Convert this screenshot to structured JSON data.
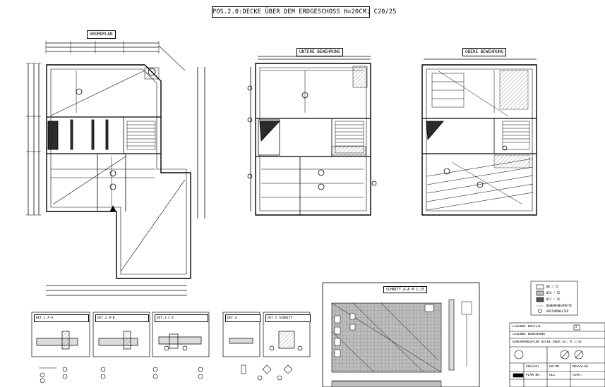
{
  "title": "POS.2.0:DECKE ÜBER DEM ERDGESCHOSS H=20CM; C20/25",
  "panels": {
    "grundplan": "GRUNDPLAN",
    "untere": "UNTERE BEWEHRUNG",
    "obere": "OBERE BEWEHRUNG"
  },
  "section_title": "SCHNITT A-A M 1:25",
  "details": [
    {
      "label": "DET.1 A-A"
    },
    {
      "label": "DET.2 B-B"
    },
    {
      "label": "DET.3 C-C"
    },
    {
      "label": "DET.4"
    },
    {
      "label": "DET.5 SCHNITT"
    }
  ],
  "legend": {
    "rows": [
      "Ø8 / 15",
      "Ø10 / 15",
      "Ø12 / 15",
      "BEWEHRUNGSMATTE",
      "ABSTANDHALTER"
    ]
  },
  "title_block": {
    "row1": "LEGENDE BAUTEIL",
    "row2": "LEGENDE BEWEHRUNG",
    "row3": "BEWEHRUNGSPLAN DECKE ÜBER EG; M 1:50",
    "cells": [
      "PROJEKT",
      "DATUM",
      "MASSSTAB",
      "PLAN NR.",
      "GEZ.",
      "GEPR."
    ],
    "index": "2"
  },
  "colors": {
    "line": "#000000",
    "hatch": "#9a9a9a",
    "fill_dark": "#2a2a2a"
  }
}
